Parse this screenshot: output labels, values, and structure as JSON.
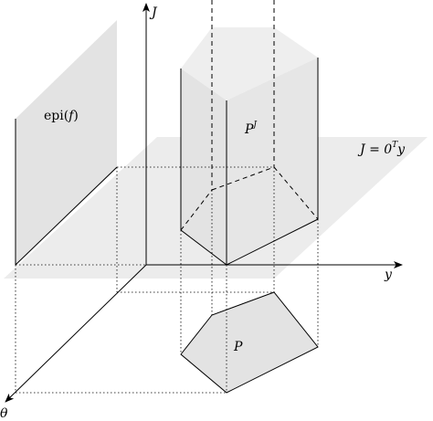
{
  "labels": {
    "j_axis": "J",
    "y_axis": "y",
    "theta_axis": "θ",
    "epi_prefix": "epi(",
    "epi_var": "f",
    "epi_suffix": ")",
    "pj_base": "P",
    "pj_sup": "J",
    "plane_lhs": "J = 0",
    "plane_sup": "T",
    "plane_rhs": "y",
    "p_label": "P"
  },
  "colors": {
    "plane_fill": "#ececec",
    "surface_fill": "#e3e3e3",
    "top_fill": "#eeeeee",
    "line": "#000000"
  }
}
